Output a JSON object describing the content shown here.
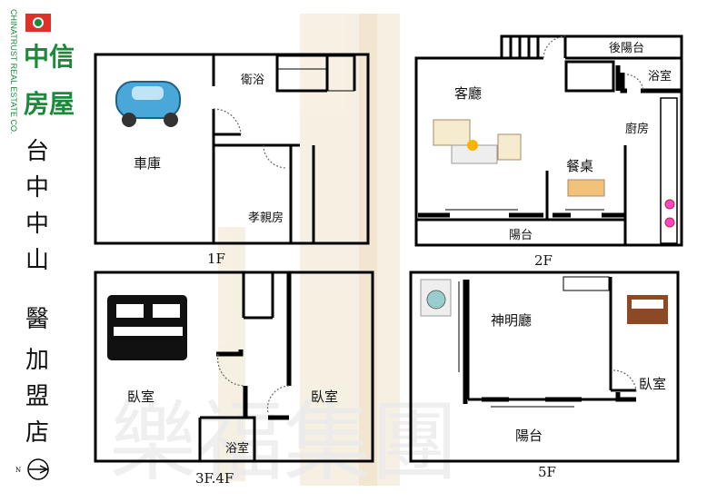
{
  "logo": {
    "brand": "中信房屋",
    "english": "CHINATRUST REAL ESTATE CO.",
    "color": "#1a8a3a",
    "badge_color": "#e0302a"
  },
  "side_title": [
    "台",
    "中",
    "中",
    "山",
    "醫",
    "加",
    "盟",
    "店"
  ],
  "watermark": "樂福集團",
  "floors": {
    "f1": {
      "label": "1F",
      "rooms": {
        "garage": "車庫",
        "bath": "衛浴",
        "elder_room": "孝親房"
      }
    },
    "f2": {
      "label": "2F",
      "rooms": {
        "living": "客廳",
        "rear_balcony": "後陽台",
        "bath": "浴室",
        "kitchen": "廚房",
        "dining": "餐桌",
        "balcony": "陽台"
      }
    },
    "f34": {
      "label": "3F.4F",
      "rooms": {
        "bedroom_left": "臥室",
        "bedroom_right": "臥室",
        "bath": "浴室"
      }
    },
    "f5": {
      "label": "5F",
      "rooms": {
        "shrine": "神明廳",
        "bedroom": "臥室",
        "balcony": "陽台"
      }
    }
  }
}
